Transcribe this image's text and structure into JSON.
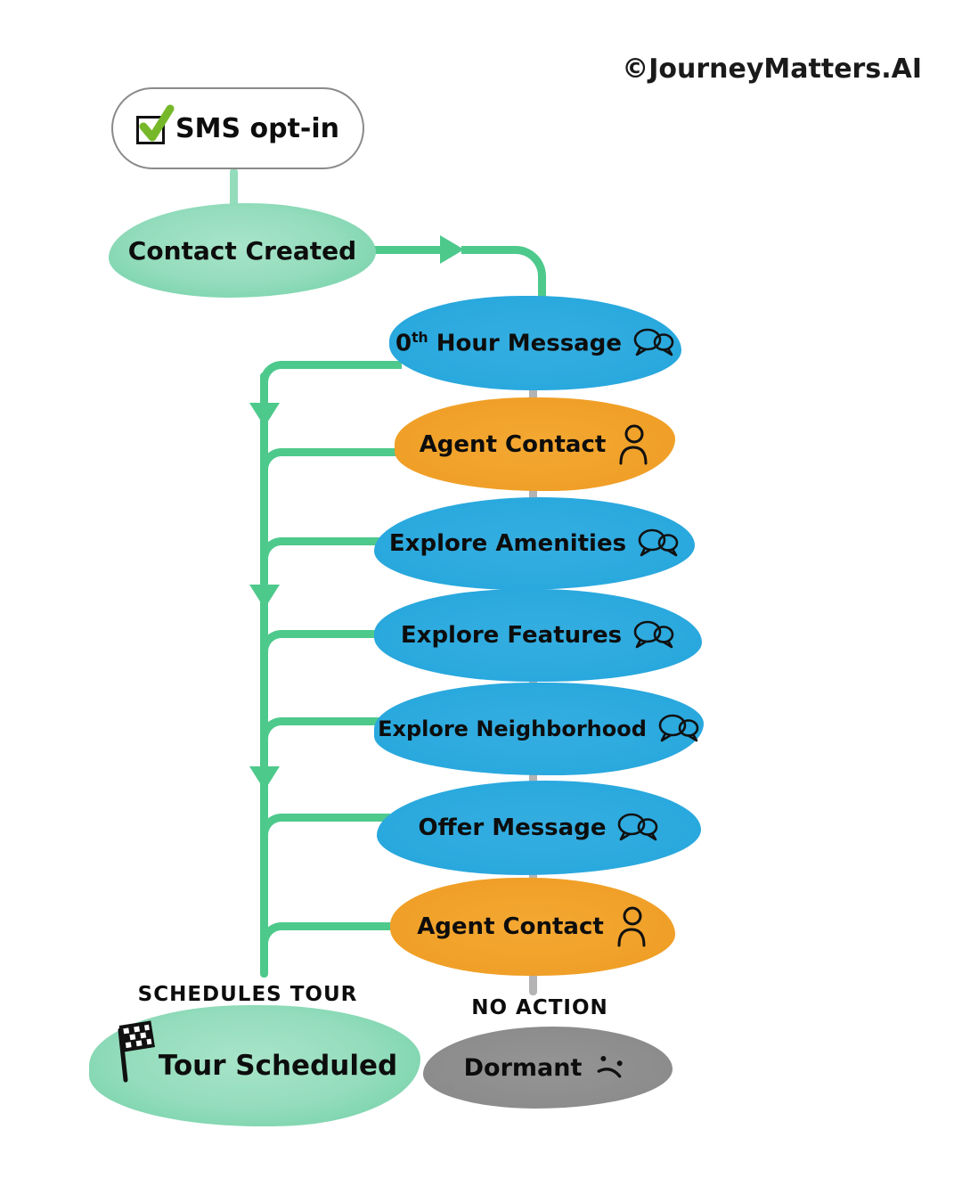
{
  "watermark": "©JourneyMatters.AI",
  "entry": {
    "label": "SMS opt-in",
    "icon": "checkbox-checked-icon"
  },
  "trigger": {
    "label": "Contact Created"
  },
  "flow": [
    {
      "label": "0th Hour Message",
      "num": "0",
      "sup": "th",
      "rest": "Hour Message",
      "icon": "chat-bubbles-icon",
      "color": "blue"
    },
    {
      "label": "Agent Contact",
      "icon": "person-icon",
      "color": "orange"
    },
    {
      "label": "Explore Amenities",
      "icon": "chat-bubbles-icon",
      "color": "blue"
    },
    {
      "label": "Explore Features",
      "icon": "chat-bubbles-icon",
      "color": "blue"
    },
    {
      "label": "Explore Neighborhood",
      "icon": "chat-bubbles-icon",
      "color": "blue"
    },
    {
      "label": "Offer Message",
      "icon": "chat-bubbles-icon",
      "color": "blue"
    },
    {
      "label": "Agent Contact",
      "icon": "person-icon",
      "color": "orange"
    }
  ],
  "outcomes": {
    "success": {
      "annotation": "SCHEDULES TOUR",
      "label": "Tour Scheduled",
      "icon": "checkered-flag-icon"
    },
    "failure": {
      "annotation": "NO ACTION",
      "label": "Dormant",
      "icon": "sad-face-icon"
    }
  },
  "colors": {
    "flow_green": "#4ec98c",
    "mint_fill": "#93dcbc",
    "node_blue": "#2aa9de",
    "node_orange": "#f0a028",
    "node_gray": "#8c8c8c",
    "connector_gray": "#b3b3b3",
    "check_green": "#76b82a",
    "pill_border_gray": "#8a8a8a",
    "text_black": "#111111"
  }
}
